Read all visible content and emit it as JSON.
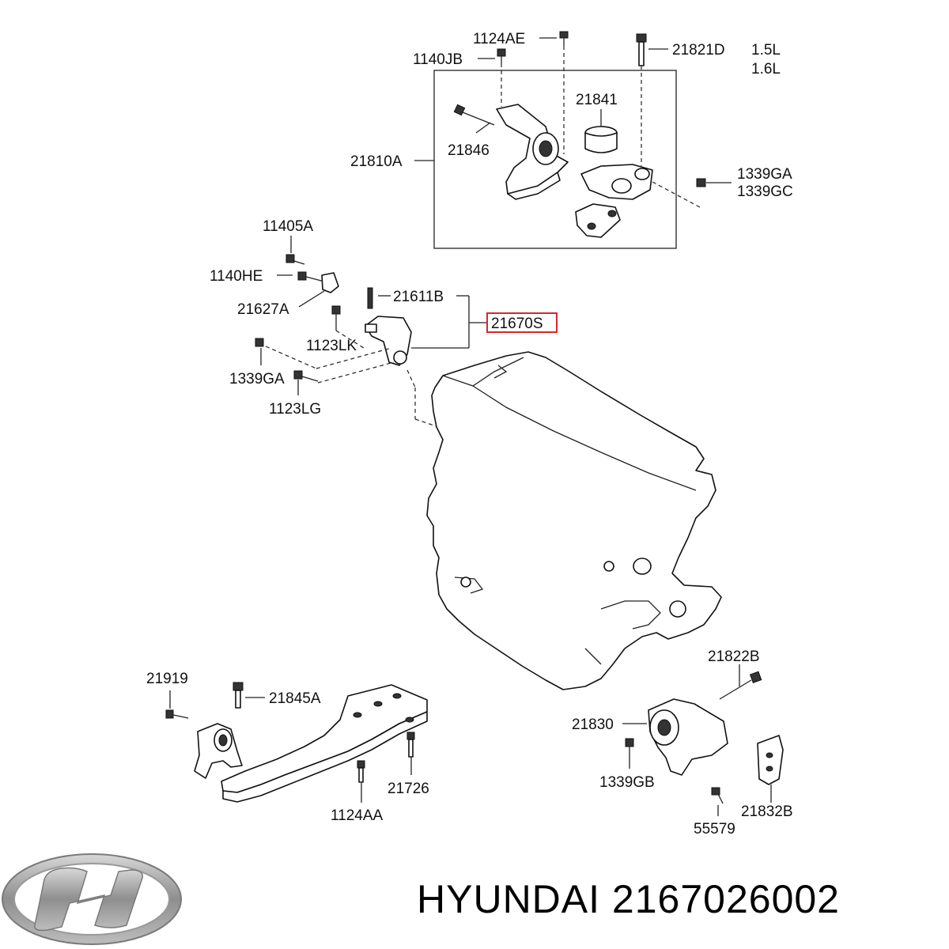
{
  "labels": {
    "p1124AE": "1124AE",
    "p1140JB": "1140JB",
    "p21821D": "21821D",
    "engine_1": "1.5L",
    "engine_2": "1.6L",
    "p21841": "21841",
    "p21846": "21846",
    "p21810A": "21810A",
    "p1339GA_top": "1339GA",
    "p1339GC": "1339GC",
    "p11405A": "11405A",
    "p1140HE": "1140HE",
    "p21627A": "21627A",
    "p21611B": "21611B",
    "p21670S": "21670S",
    "p1123LK": "1123LK",
    "p1339GA_mid": "1339GA",
    "p1123LG": "1123LG",
    "p21822B": "21822B",
    "p21919": "21919",
    "p21845A": "21845A",
    "p21830": "21830",
    "p1339GB": "1339GB",
    "p21726": "21726",
    "p1124AA": "1124AA",
    "p21832B": "21832B",
    "p55579": "55579"
  },
  "highlight": {
    "color": "#d9262c"
  },
  "brand": {
    "title": "HYUNDAI 2167026002",
    "logo_color": "#9a9a9a"
  }
}
